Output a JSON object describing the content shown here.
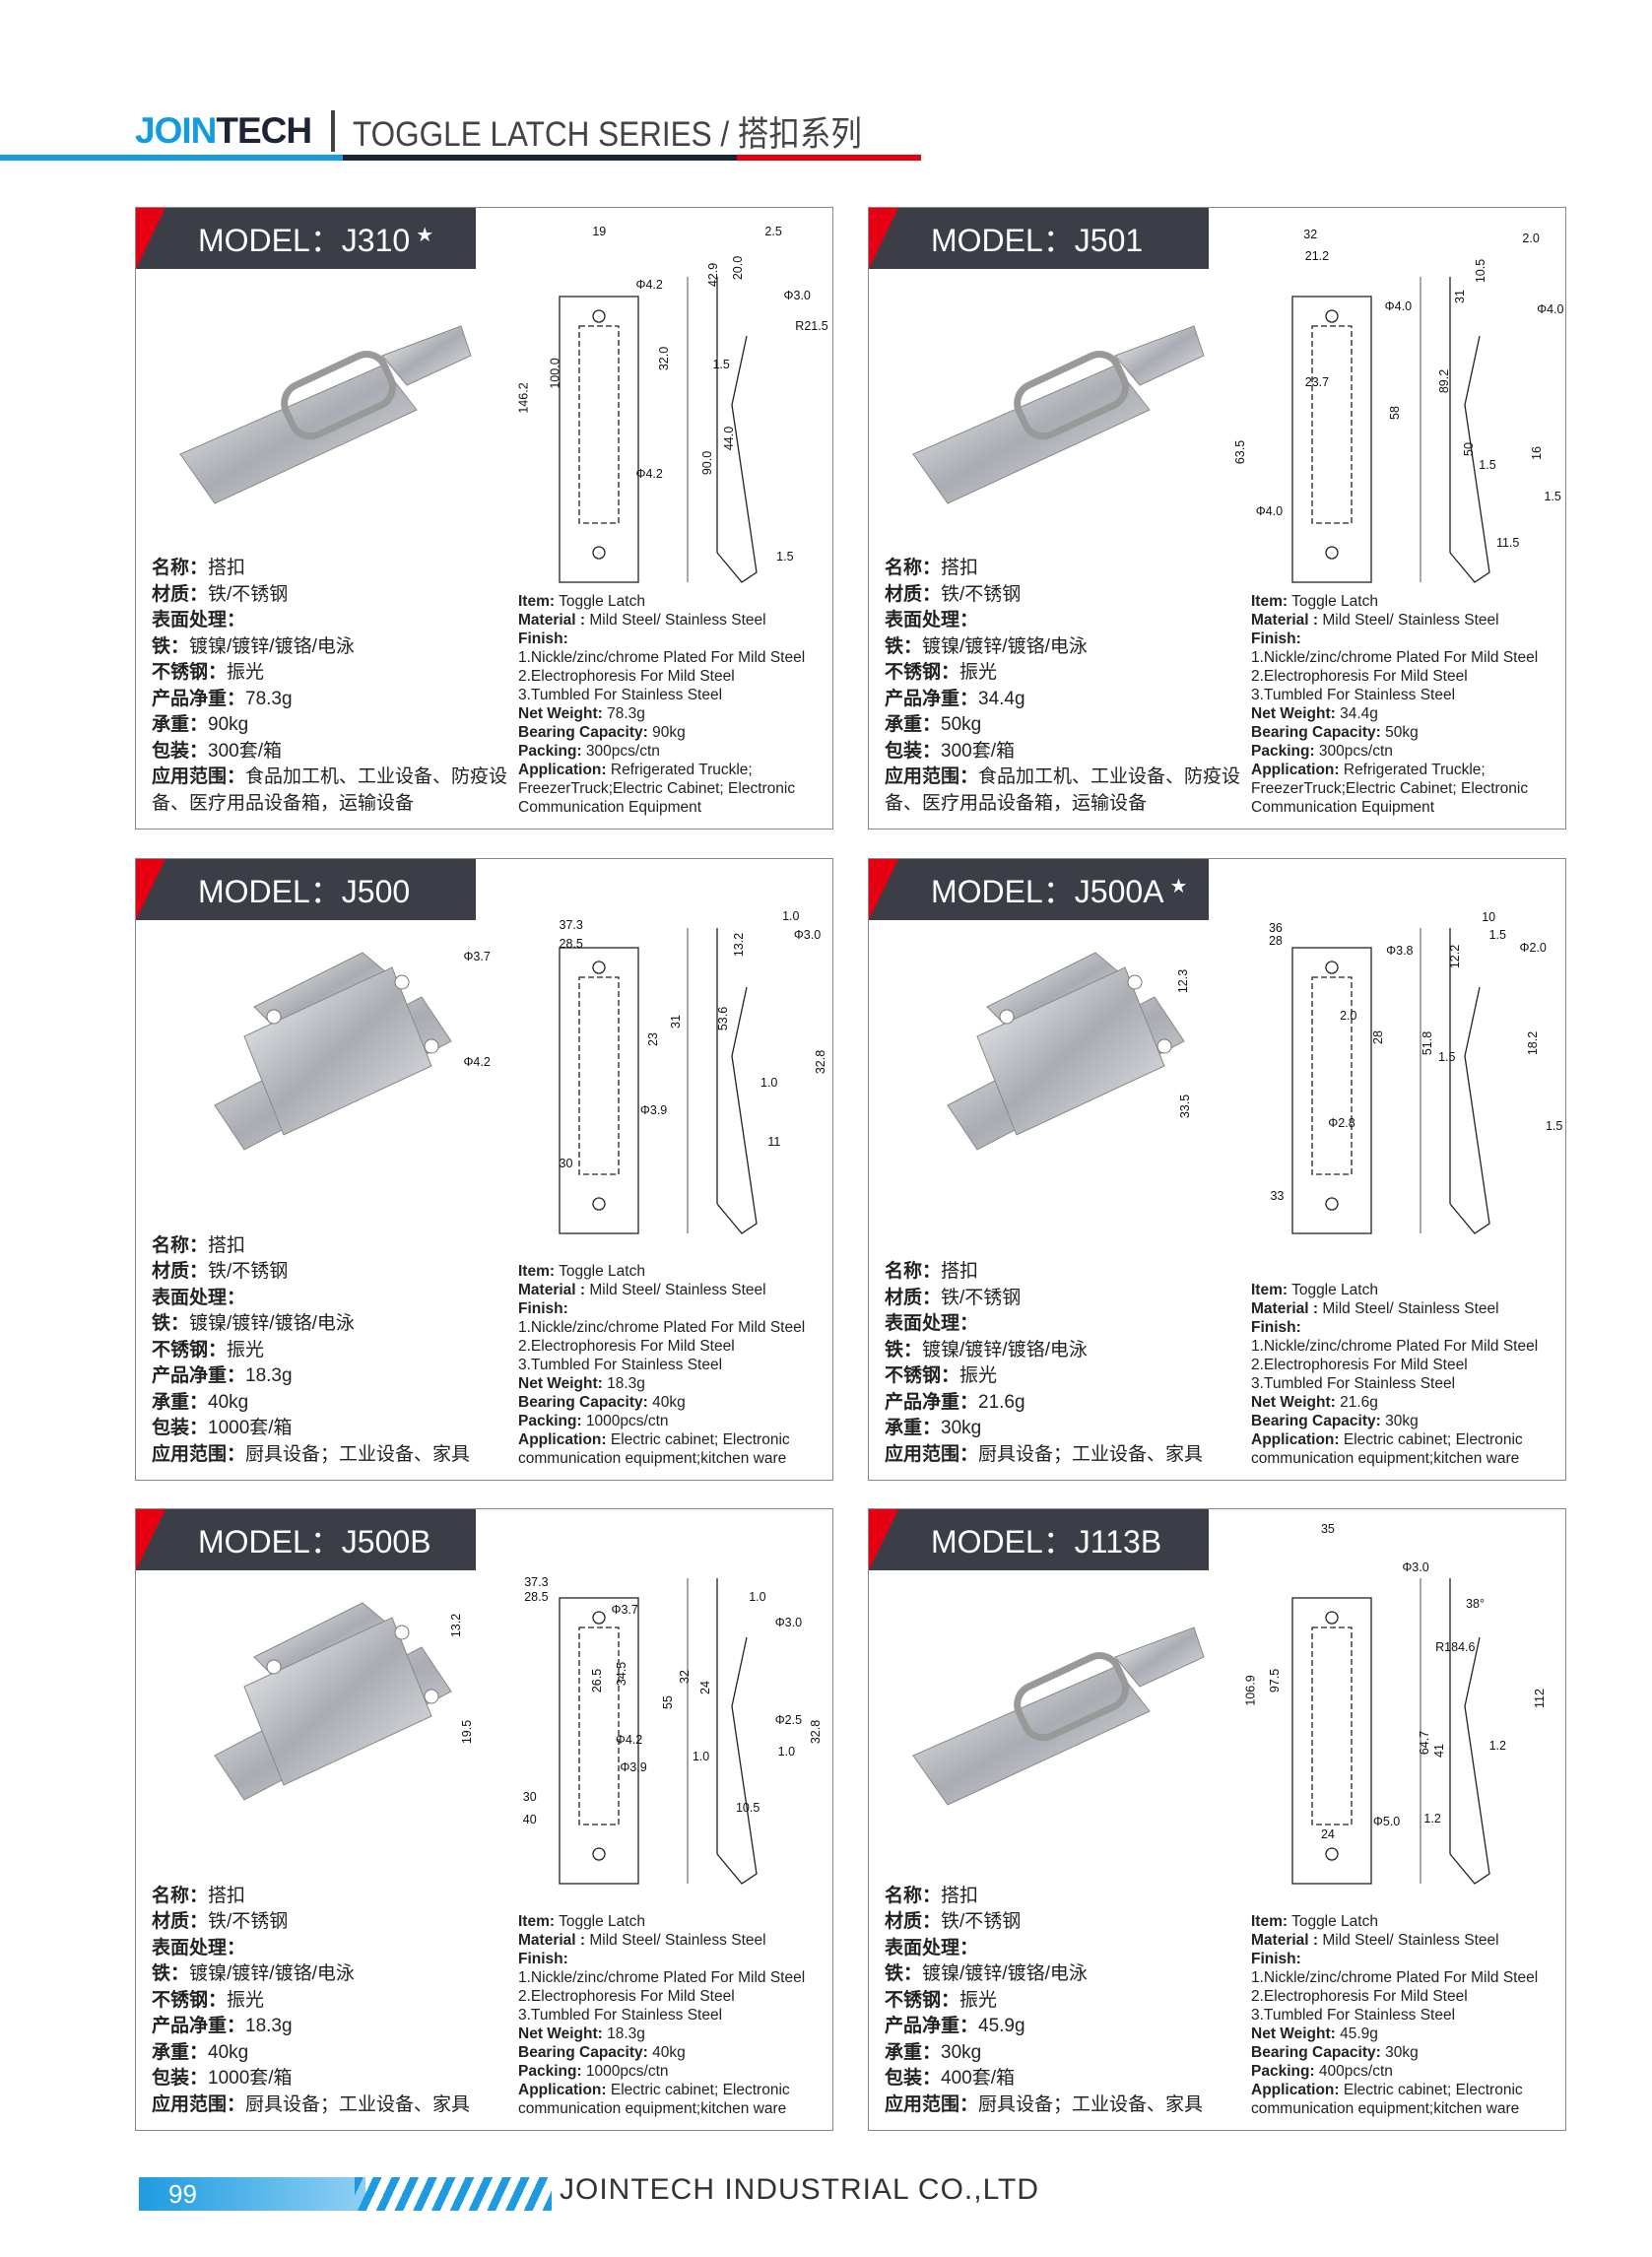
{
  "header": {
    "brand_a": "JOIN",
    "brand_b": "TECH",
    "subtitle": "TOGGLE LATCH SERIES / 搭扣系列",
    "line_colors": [
      "#139be0",
      "#1d2433",
      "#e60012"
    ]
  },
  "footer": {
    "page": "99",
    "company": "JOINTECH INDUSTRIAL CO.,LTD"
  },
  "panels": [
    {
      "model": "MODEL：J310",
      "star": "★",
      "dims": [
        "19",
        "Φ4.2",
        "146.2",
        "100.0",
        "32.0",
        "Φ4.2",
        "2.5",
        "42.9",
        "20.0",
        "Φ3.0",
        "R21.5",
        "1.5",
        "44.0",
        "90.0",
        "1.5"
      ],
      "cn": [
        [
          "名称：",
          "搭扣"
        ],
        [
          "材质：",
          "铁/不锈钢"
        ],
        [
          "表面处理：",
          ""
        ],
        [
          "铁：",
          "镀镍/镀锌/镀铬/电泳"
        ],
        [
          "不锈钢：",
          "振光"
        ],
        [
          "产品净重：",
          "78.3g"
        ],
        [
          "承重：",
          "90kg"
        ],
        [
          "包装：",
          "300套/箱"
        ],
        [
          "应用范围：",
          "食品加工机、工业设备、防疫设备、医疗用品设备箱，运输设备"
        ]
      ],
      "en": [
        [
          "Item:",
          " Toggle Latch"
        ],
        [
          "Material :",
          " Mild Steel/ Stainless Steel"
        ],
        [
          "Finish:",
          ""
        ],
        [
          "",
          "1.Nickle/zinc/chrome Plated For Mild Steel"
        ],
        [
          "",
          "2.Electrophoresis For Mild Steel"
        ],
        [
          "",
          "3.Tumbled For Stainless Steel"
        ],
        [
          "Net Weight:",
          " 78.3g"
        ],
        [
          "Bearing Capacity:",
          " 90kg"
        ],
        [
          "Packing:",
          " 300pcs/ctn"
        ],
        [
          "Application:",
          " Refrigerated Truckle; FreezerTruck;Electric Cabinet; Electronic Communication Equipment"
        ]
      ]
    },
    {
      "model": "MODEL：J501",
      "star": "",
      "dims": [
        "32",
        "21.2",
        "Φ4.0",
        "23.7",
        "63.5",
        "58",
        "Φ4.0",
        "2.0",
        "10.5",
        "31",
        "Φ4.0",
        "89.2",
        "50",
        "1.5",
        "16",
        "1.5",
        "11.5"
      ],
      "cn": [
        [
          "名称：",
          "搭扣"
        ],
        [
          "材质：",
          "铁/不锈钢"
        ],
        [
          "表面处理：",
          ""
        ],
        [
          "铁：",
          "镀镍/镀锌/镀铬/电泳"
        ],
        [
          "不锈钢：",
          "振光"
        ],
        [
          "产品净重：",
          "34.4g"
        ],
        [
          "承重：",
          "50kg"
        ],
        [
          "包装：",
          "300套/箱"
        ],
        [
          "应用范围：",
          "食品加工机、工业设备、防疫设备、医疗用品设备箱，运输设备"
        ]
      ],
      "en": [
        [
          "Item:",
          " Toggle Latch"
        ],
        [
          "Material :",
          " Mild Steel/ Stainless Steel"
        ],
        [
          "Finish:",
          ""
        ],
        [
          "",
          "1.Nickle/zinc/chrome Plated For Mild Steel"
        ],
        [
          "",
          "2.Electrophoresis For Mild Steel"
        ],
        [
          "",
          "3.Tumbled For Stainless Steel"
        ],
        [
          "Net Weight:",
          " 34.4g"
        ],
        [
          "Bearing Capacity:",
          " 50kg"
        ],
        [
          "Packing:",
          " 300pcs/ctn"
        ],
        [
          "Application:",
          " Refrigerated Truckle; FreezerTruck;Electric Cabinet; Electronic Communication Equipment"
        ]
      ]
    },
    {
      "model": "MODEL：J500",
      "star": "",
      "dims": [
        "37.3",
        "28.5",
        "Φ3.7",
        "Φ4.2",
        "23",
        "31",
        "Φ3.9",
        "30",
        "1.0",
        "Φ3.0",
        "13.2",
        "53.6",
        "1.0",
        "32.8",
        "11"
      ],
      "cn": [
        [
          "名称：",
          "搭扣"
        ],
        [
          "材质：",
          "铁/不锈钢"
        ],
        [
          "表面处理：",
          ""
        ],
        [
          "铁：",
          "镀镍/镀锌/镀铬/电泳"
        ],
        [
          "不锈钢：",
          "振光"
        ],
        [
          "产品净重：",
          "18.3g"
        ],
        [
          "承重：",
          "40kg"
        ],
        [
          "包装：",
          "1000套/箱"
        ],
        [
          "应用范围：",
          "厨具设备；工业设备、家具"
        ]
      ],
      "en": [
        [
          "Item:",
          " Toggle Latch"
        ],
        [
          "Material :",
          " Mild Steel/ Stainless Steel"
        ],
        [
          "Finish:",
          ""
        ],
        [
          "",
          "1.Nickle/zinc/chrome Plated For Mild Steel"
        ],
        [
          "",
          "2.Electrophoresis For Mild Steel"
        ],
        [
          "",
          "3.Tumbled For Stainless Steel"
        ],
        [
          "Net Weight:",
          " 18.3g"
        ],
        [
          "Bearing Capacity:",
          " 40kg"
        ],
        [
          "Packing:",
          " 1000pcs/ctn"
        ],
        [
          "Application:",
          " Electric cabinet; Electronic communication equipment;kitchen ware"
        ]
      ]
    },
    {
      "model": "MODEL：J500A",
      "star": "★",
      "dims": [
        "36",
        "28",
        "12.3",
        "Φ3.8",
        "2.0",
        "28",
        "33.5",
        "Φ2.8",
        "33",
        "51.8",
        "10",
        "1.5",
        "12.2",
        "Φ2.0",
        "18.2",
        "1.5",
        "1.5"
      ],
      "cn": [
        [
          "名称：",
          "搭扣"
        ],
        [
          "材质：",
          "铁/不锈钢"
        ],
        [
          "表面处理：",
          ""
        ],
        [
          "铁：",
          "镀镍/镀锌/镀铬/电泳"
        ],
        [
          "不锈钢：",
          "振光"
        ],
        [
          "产品净重：",
          "21.6g"
        ],
        [
          "承重：",
          "30kg"
        ],
        [
          "应用范围：",
          "厨具设备；工业设备、家具"
        ]
      ],
      "en": [
        [
          "Item:",
          " Toggle Latch"
        ],
        [
          "Material :",
          " Mild Steel/ Stainless Steel"
        ],
        [
          "Finish:",
          ""
        ],
        [
          "",
          "1.Nickle/zinc/chrome Plated For Mild Steel"
        ],
        [
          "",
          "2.Electrophoresis For Mild Steel"
        ],
        [
          "",
          "3.Tumbled For Stainless Steel"
        ],
        [
          "Net Weight:",
          " 21.6g"
        ],
        [
          "Bearing Capacity:",
          " 30kg"
        ],
        [
          "Application:",
          " Electric cabinet; Electronic communication equipment;kitchen ware"
        ]
      ]
    },
    {
      "model": "MODEL：J500B",
      "star": "",
      "dims": [
        "37.3",
        "28.5",
        "Φ3.7",
        "13.2",
        "26.5",
        "34.5",
        "19.5",
        "Φ4.2",
        "Φ3.9",
        "30",
        "40",
        "1.0",
        "Φ3.0",
        "32",
        "24",
        "55",
        "Φ2.5",
        "1.0",
        "1.0",
        "32.8",
        "10.5"
      ],
      "cn": [
        [
          "名称：",
          "搭扣"
        ],
        [
          "材质：",
          "铁/不锈钢"
        ],
        [
          "表面处理：",
          ""
        ],
        [
          "铁：",
          "镀镍/镀锌/镀铬/电泳"
        ],
        [
          "不锈钢：",
          "振光"
        ],
        [
          "产品净重：",
          "18.3g"
        ],
        [
          "承重：",
          "40kg"
        ],
        [
          "包装：",
          "1000套/箱"
        ],
        [
          "应用范围：",
          "厨具设备；工业设备、家具"
        ]
      ],
      "en": [
        [
          "Item:",
          " Toggle Latch"
        ],
        [
          "Material :",
          " Mild Steel/ Stainless Steel"
        ],
        [
          "Finish:",
          ""
        ],
        [
          "",
          "1.Nickle/zinc/chrome Plated For Mild Steel"
        ],
        [
          "",
          "2.Electrophoresis For Mild Steel"
        ],
        [
          "",
          "3.Tumbled For Stainless Steel"
        ],
        [
          "Net Weight:",
          " 18.3g"
        ],
        [
          "Bearing Capacity:",
          " 40kg"
        ],
        [
          "Packing:",
          " 1000pcs/ctn"
        ],
        [
          "Application:",
          " Electric cabinet; Electronic communication equipment;kitchen ware"
        ]
      ]
    },
    {
      "model": "MODEL：J113B",
      "star": "",
      "dims": [
        "35",
        "Φ3.0",
        "38°",
        "R184.6",
        "106.9",
        "97.5",
        "112",
        "64.7",
        "41",
        "1.2",
        "Φ5.0",
        "1.2",
        "24"
      ],
      "cn": [
        [
          "名称：",
          "搭扣"
        ],
        [
          "材质：",
          "铁/不锈钢"
        ],
        [
          "表面处理：",
          ""
        ],
        [
          "铁：",
          "镀镍/镀锌/镀铬/电泳"
        ],
        [
          "不锈钢：",
          "振光"
        ],
        [
          "产品净重：",
          "45.9g"
        ],
        [
          "承重：",
          "30kg"
        ],
        [
          "包装：",
          "400套/箱"
        ],
        [
          "应用范围：",
          "厨具设备；工业设备、家具"
        ]
      ],
      "en": [
        [
          "Item:",
          " Toggle Latch"
        ],
        [
          "Material :",
          " Mild Steel/ Stainless Steel"
        ],
        [
          "Finish:",
          ""
        ],
        [
          "",
          "1.Nickle/zinc/chrome Plated For Mild Steel"
        ],
        [
          "",
          "2.Electrophoresis For Mild Steel"
        ],
        [
          "",
          "3.Tumbled For Stainless Steel"
        ],
        [
          "Net Weight:",
          " 45.9g"
        ],
        [
          "Bearing Capacity:",
          " 30kg"
        ],
        [
          "Packing:",
          " 400pcs/ctn"
        ],
        [
          "Application:",
          " Electric cabinet; Electronic communication equipment;kitchen ware"
        ]
      ]
    }
  ]
}
